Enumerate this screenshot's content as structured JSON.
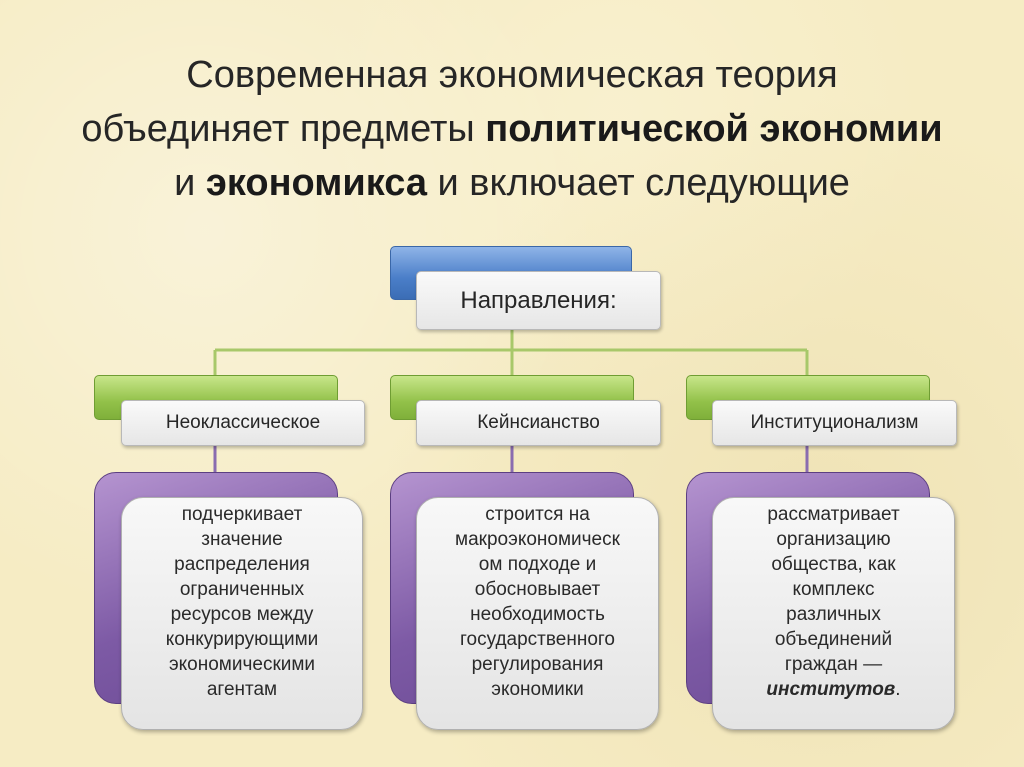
{
  "title": {
    "line1": "Современная экономическая теория",
    "line2_a": "объединяет предметы ",
    "line2_b": "политической экономии",
    "line3_a": "и ",
    "line3_b": "экономикса",
    "line3_c": " и включает следующие"
  },
  "root": {
    "label": "Направления:"
  },
  "directions": [
    {
      "name": "Неоклассическое",
      "description_lines": [
        "подчеркивает",
        "значение",
        "распределения",
        "ограниченных",
        "ресурсов между",
        "конкурирующими",
        "экономическими",
        "агентам"
      ]
    },
    {
      "name": "Кейнсианство",
      "description_lines": [
        "строится на",
        "макроэкономическ",
        "ом подходе и",
        "обосновывает",
        "необходимость",
        "государственного",
        "регулирования",
        "экономики"
      ]
    },
    {
      "name": "Институционализм",
      "description_lines": [
        "рассматривает",
        "организацию",
        "общества, как",
        "комплекс",
        "различных",
        "объединений",
        "граждан —"
      ],
      "description_emphasis": "институтов",
      "description_tail": "."
    }
  ],
  "colors": {
    "root_bar": "#4a7ec8",
    "direction_bar": "#92c149",
    "description_bar": "#7d5aa5",
    "connector": "#a8c86a"
  }
}
